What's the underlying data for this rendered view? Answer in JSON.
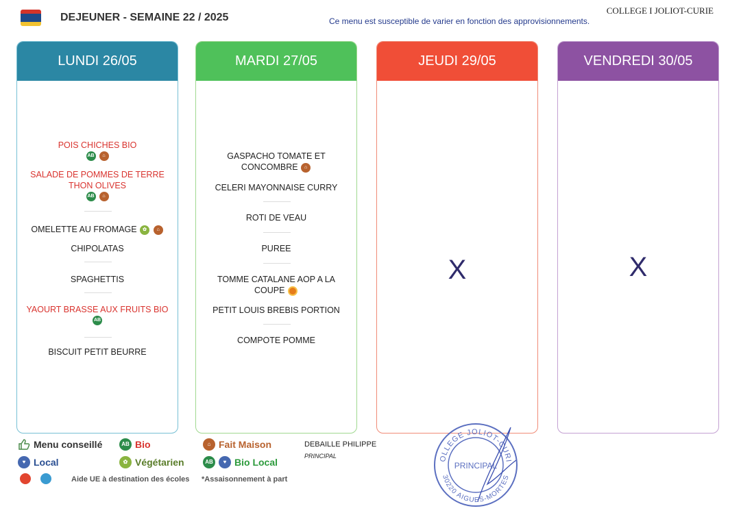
{
  "header": {
    "title": "DEJEUNER - SEMAINE 22 / 2025",
    "subtitle": "Ce menu est susceptible de varier en fonction des approvisionnements.",
    "school": "COLLEGE I JOLIOT-CURIE"
  },
  "colors": {
    "monday": "#2b87a4",
    "tuesday": "#4fc15a",
    "thursday": "#f04e37",
    "friday": "#8d52a2",
    "bio_text": "#d9332e",
    "bio_local_text": "#2c9a3c"
  },
  "days": [
    {
      "label": "LUNDI 26/05",
      "items": [
        {
          "text": "POIS CHICHES BIO",
          "icons": [
            "bio",
            "fait-maison"
          ]
        },
        {
          "text": "SALADE DE POMMES DE TERRE THON OLIVES",
          "icons": [
            "bio",
            "fait-maison"
          ]
        },
        {
          "text": "OMELETTE AU FROMAGE",
          "icons": [
            "vegetarien",
            "fait-maison"
          ]
        },
        {
          "text": "CHIPOLATAS",
          "icons": []
        },
        {
          "text": "SPAGHETTIS",
          "icons": []
        },
        {
          "text": "YAOURT BRASSE AUX FRUITS BIO",
          "icons": [
            "bio"
          ]
        },
        {
          "text": "BISCUIT PETIT BEURRE",
          "icons": []
        }
      ]
    },
    {
      "label": "MARDI 27/05",
      "items": [
        {
          "text": "GASPACHO TOMATE ET CONCOMBRE",
          "icons": [
            "fait-maison"
          ]
        },
        {
          "text": "CELERI MAYONNAISE CURRY",
          "icons": []
        },
        {
          "text": "ROTI DE VEAU",
          "icons": []
        },
        {
          "text": "PUREE",
          "icons": []
        },
        {
          "text": "TOMME CATALANE AOP A LA COUPE",
          "icons": [
            "aop"
          ]
        },
        {
          "text": "PETIT LOUIS BREBIS PORTION",
          "icons": []
        },
        {
          "text": "COMPOTE POMME",
          "icons": []
        }
      ]
    },
    {
      "label": "JEUDI 29/05",
      "mark": "X"
    },
    {
      "label": "VENDREDI 30/05",
      "mark": "X"
    }
  ],
  "legend": {
    "menu_conseille": "Menu conseillé",
    "bio": "Bio",
    "fait_maison": "Fait Maison",
    "local": "Local",
    "vegetarien": "Végétarien",
    "bio_local": "Bio Local",
    "aide_ue": "Aide UE à destination des écoles",
    "assaisonnement": "*Assaisonnement à part"
  },
  "signature": {
    "name": "DEBAILLE PHILIPPE",
    "role": "PRINCIPAL"
  },
  "stamp": {
    "top_text": "COLLEGE JOLIOT-CURIE",
    "center_text": "PRINCIPAL",
    "bottom_text": "30220 AIGUES-MORTES"
  }
}
